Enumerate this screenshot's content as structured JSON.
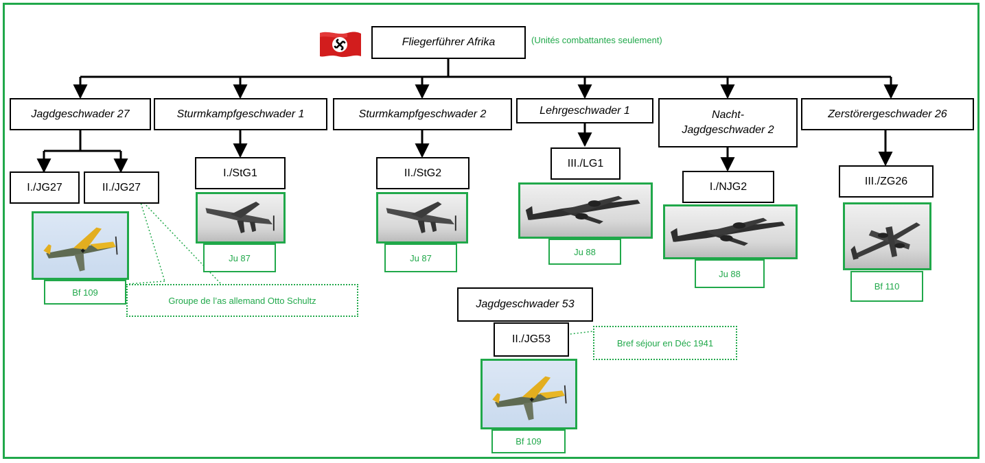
{
  "header": {
    "title": "Fliegerführer Afrika",
    "note": "(Unités combattantes seulement)",
    "flag_icon": "swastika-flag-icon"
  },
  "units": {
    "jg27": {
      "label": "Jagdgeschwader 27",
      "groups": [
        "I./JG27",
        "II./JG27"
      ],
      "aircraft": "Bf 109"
    },
    "stg1": {
      "label": "Sturmkampfgeschwader 1",
      "group": "I./StG1",
      "aircraft": "Ju 87"
    },
    "stg2": {
      "label": "Sturmkampfgeschwader 2",
      "group": "II./StG2",
      "aircraft": "Ju 87"
    },
    "lg1": {
      "label": "Lehrgeschwader 1",
      "group": "III./LG1",
      "aircraft": "Ju 88"
    },
    "njg2": {
      "label": "Nacht-\nJagdgeschwader 2",
      "group": "I./NJG2",
      "aircraft": "Ju 88"
    },
    "zg26": {
      "label": "Zerstörergeschwader 26",
      "group": "III./ZG26",
      "aircraft": "Bf 110"
    },
    "jg53": {
      "label": "Jagdgeschwader 53",
      "group": "II./JG53",
      "aircraft": "Bf 109"
    }
  },
  "notes": {
    "jg27_ii": "Groupe de l’as allemand Otto Schultz",
    "jg53_ii": "Bref séjour en Déc 1941"
  },
  "colors": {
    "accent": "#20a84a",
    "line": "#000000",
    "flag_red": "#d21d1d"
  }
}
